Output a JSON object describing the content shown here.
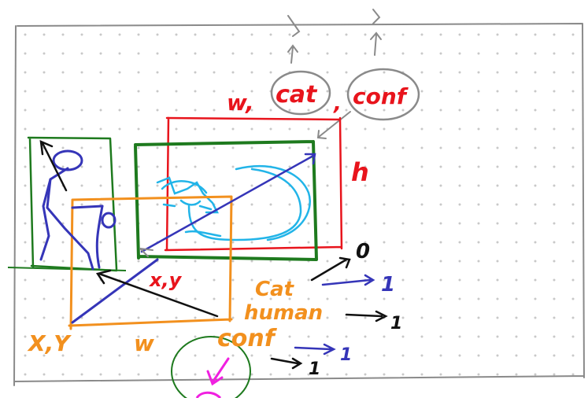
{
  "colors": {
    "background": "#ffffff",
    "grid_dot": "#c8c8c8",
    "frame": "#8a8a8a",
    "red": "#e8141c",
    "green": "#1e7a1e",
    "orange": "#f2901e",
    "blue": "#3535b8",
    "cyan": "#22b4e8",
    "black": "#111111",
    "magenta": "#f020e0",
    "gray": "#999999"
  },
  "labels": {
    "w_label": "w,",
    "cat_box_label": "cat",
    "comma": ",",
    "conf_box_label": "conf",
    "h_label": "h",
    "xy_small": "x,y",
    "cat_word": "Cat",
    "human_word": "human",
    "xy_big": "X,Y",
    "w_big": "w",
    "conf_word": "conf",
    "out_zero": "0",
    "out_one_cat": "1",
    "out_one_human": "1",
    "out_one_conf": "1",
    "out_one_conf2": "1"
  }
}
